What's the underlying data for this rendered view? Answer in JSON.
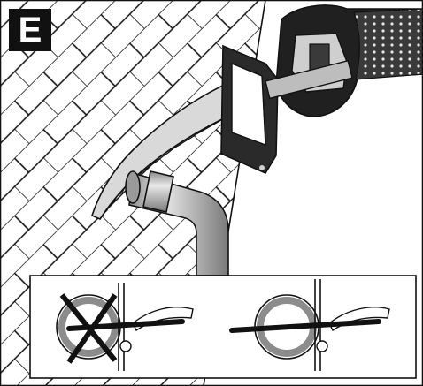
{
  "panel": {
    "label": "E"
  },
  "illustration": {
    "subject": "reciprocating-saw-cutting-pipe-near-wall"
  },
  "inset": {
    "wrong_marker": "cross-mark-icon",
    "right_marker": "none"
  },
  "colors": {
    "line": "#111111",
    "tool_dark": "#2a2a2a",
    "pipe": "#b9b9b9",
    "blade": "#cfcfcf",
    "background": "#ffffff"
  }
}
